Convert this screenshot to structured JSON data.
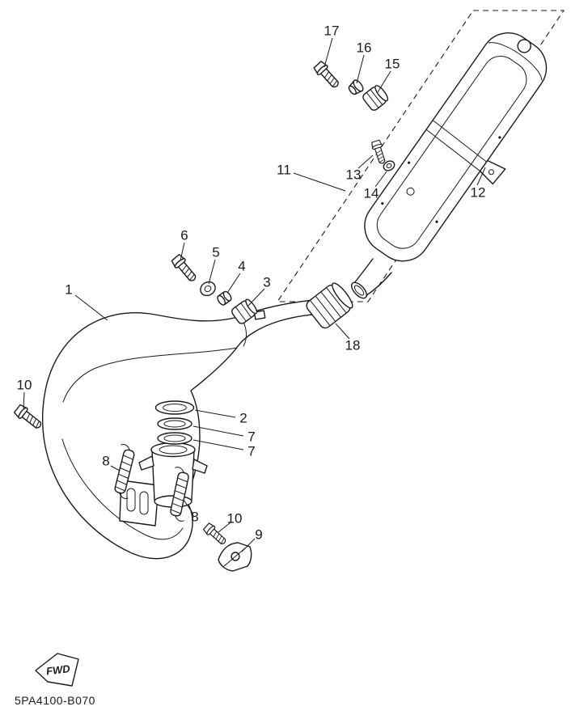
{
  "page": {
    "part_code": "5PA4100-B070",
    "fwd_label": "FWD",
    "ink_color": "#1a1a1a",
    "background": "#ffffff"
  },
  "callouts": [
    {
      "label": "17"
    },
    {
      "label": "16"
    },
    {
      "label": "15"
    },
    {
      "label": "11"
    },
    {
      "label": "13"
    },
    {
      "label": "14"
    },
    {
      "label": "12"
    },
    {
      "label": "6"
    },
    {
      "label": "5"
    },
    {
      "label": "4"
    },
    {
      "label": "3"
    },
    {
      "label": "1"
    },
    {
      "label": "18"
    },
    {
      "label": "10"
    },
    {
      "label": "2"
    },
    {
      "label": "7"
    },
    {
      "label": "7"
    },
    {
      "label": "8"
    },
    {
      "label": "8"
    },
    {
      "label": "10"
    },
    {
      "label": "9"
    }
  ]
}
